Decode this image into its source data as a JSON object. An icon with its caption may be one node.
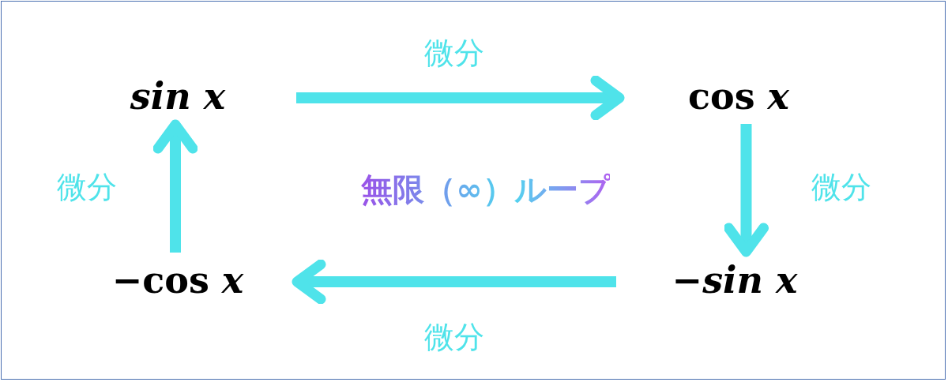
{
  "diagram": {
    "nodes": [
      {
        "text": [
          "sin x"
        ]
      },
      {
        "text": [
          "cos *x*"
        ]
      },
      {
        "text": [
          "−cos *x*"
        ]
      },
      {
        "text": [
          "−*sin x*"
        ]
      }
    ],
    "edges": [
      {
        "from": 0,
        "to": 1,
        "arrow": "to",
        "label": "微分"
      },
      {
        "from": 1,
        "to": 3,
        "arrow": "to",
        "label": "微分"
      },
      {
        "from": 3,
        "to": 2,
        "arrow": "to",
        "label": "微分"
      },
      {
        "from": 2,
        "to": 0,
        "arrow": "to",
        "label": "微分"
      }
    ],
    "labels": [
      "無限（∞）ループ"
    ]
  }
}
